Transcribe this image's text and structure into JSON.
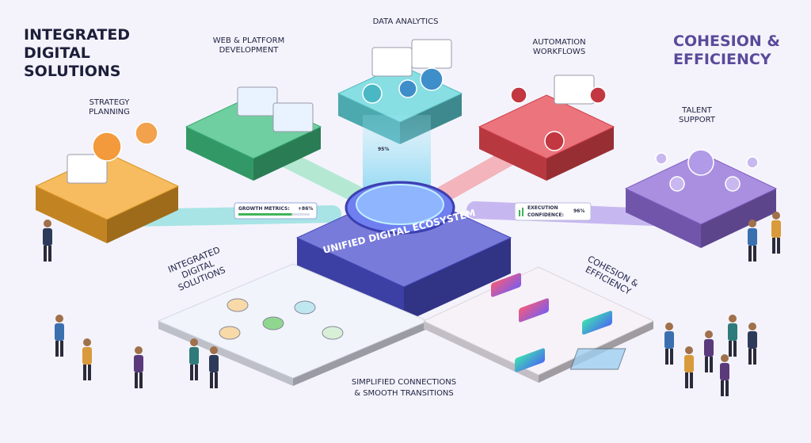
{
  "headline_left": [
    "INTEGRATED",
    "DIGITAL",
    "SOLUTIONS"
  ],
  "headline_right": [
    "COHESION &",
    "EFFICIENCY"
  ],
  "modules": {
    "strategy": [
      "STRATEGY",
      "PLANNING"
    ],
    "web": [
      "WEB & PLATFORM",
      "DEVELOPMENT"
    ],
    "data": [
      "DATA ANALYTICS"
    ],
    "automation": [
      "AUTOMATION",
      "WORKFLOWS"
    ],
    "talent": [
      "TALENT",
      "SUPPORT"
    ]
  },
  "hub_label": "UNIFIED DIGITAL ECOSYSTEM",
  "data_badge": "95%",
  "growth_metrics": {
    "label": "GROWTH METRICS:",
    "value": "+86%",
    "progress": 0.75
  },
  "execution_confidence": {
    "label": [
      "EXECUTION",
      "CONFIDENCE:"
    ],
    "value": "96%"
  },
  "board_left_label": [
    "INTEGRATED",
    "DIGITAL",
    "SOLUTIONS"
  ],
  "board_right_label": [
    "COHESION &",
    "EFFICIENCY"
  ],
  "footer_caption": [
    "SIMPLIFIED CONNECTIONS",
    "& SMOOTH TRANSITIONS"
  ],
  "colors": {
    "strategy": "#f3a52a",
    "web": "#3fbf80",
    "data": "#5fd3d9",
    "automation": "#e64650",
    "talent": "#8d6ad6",
    "hub": "#4b4fcc"
  }
}
